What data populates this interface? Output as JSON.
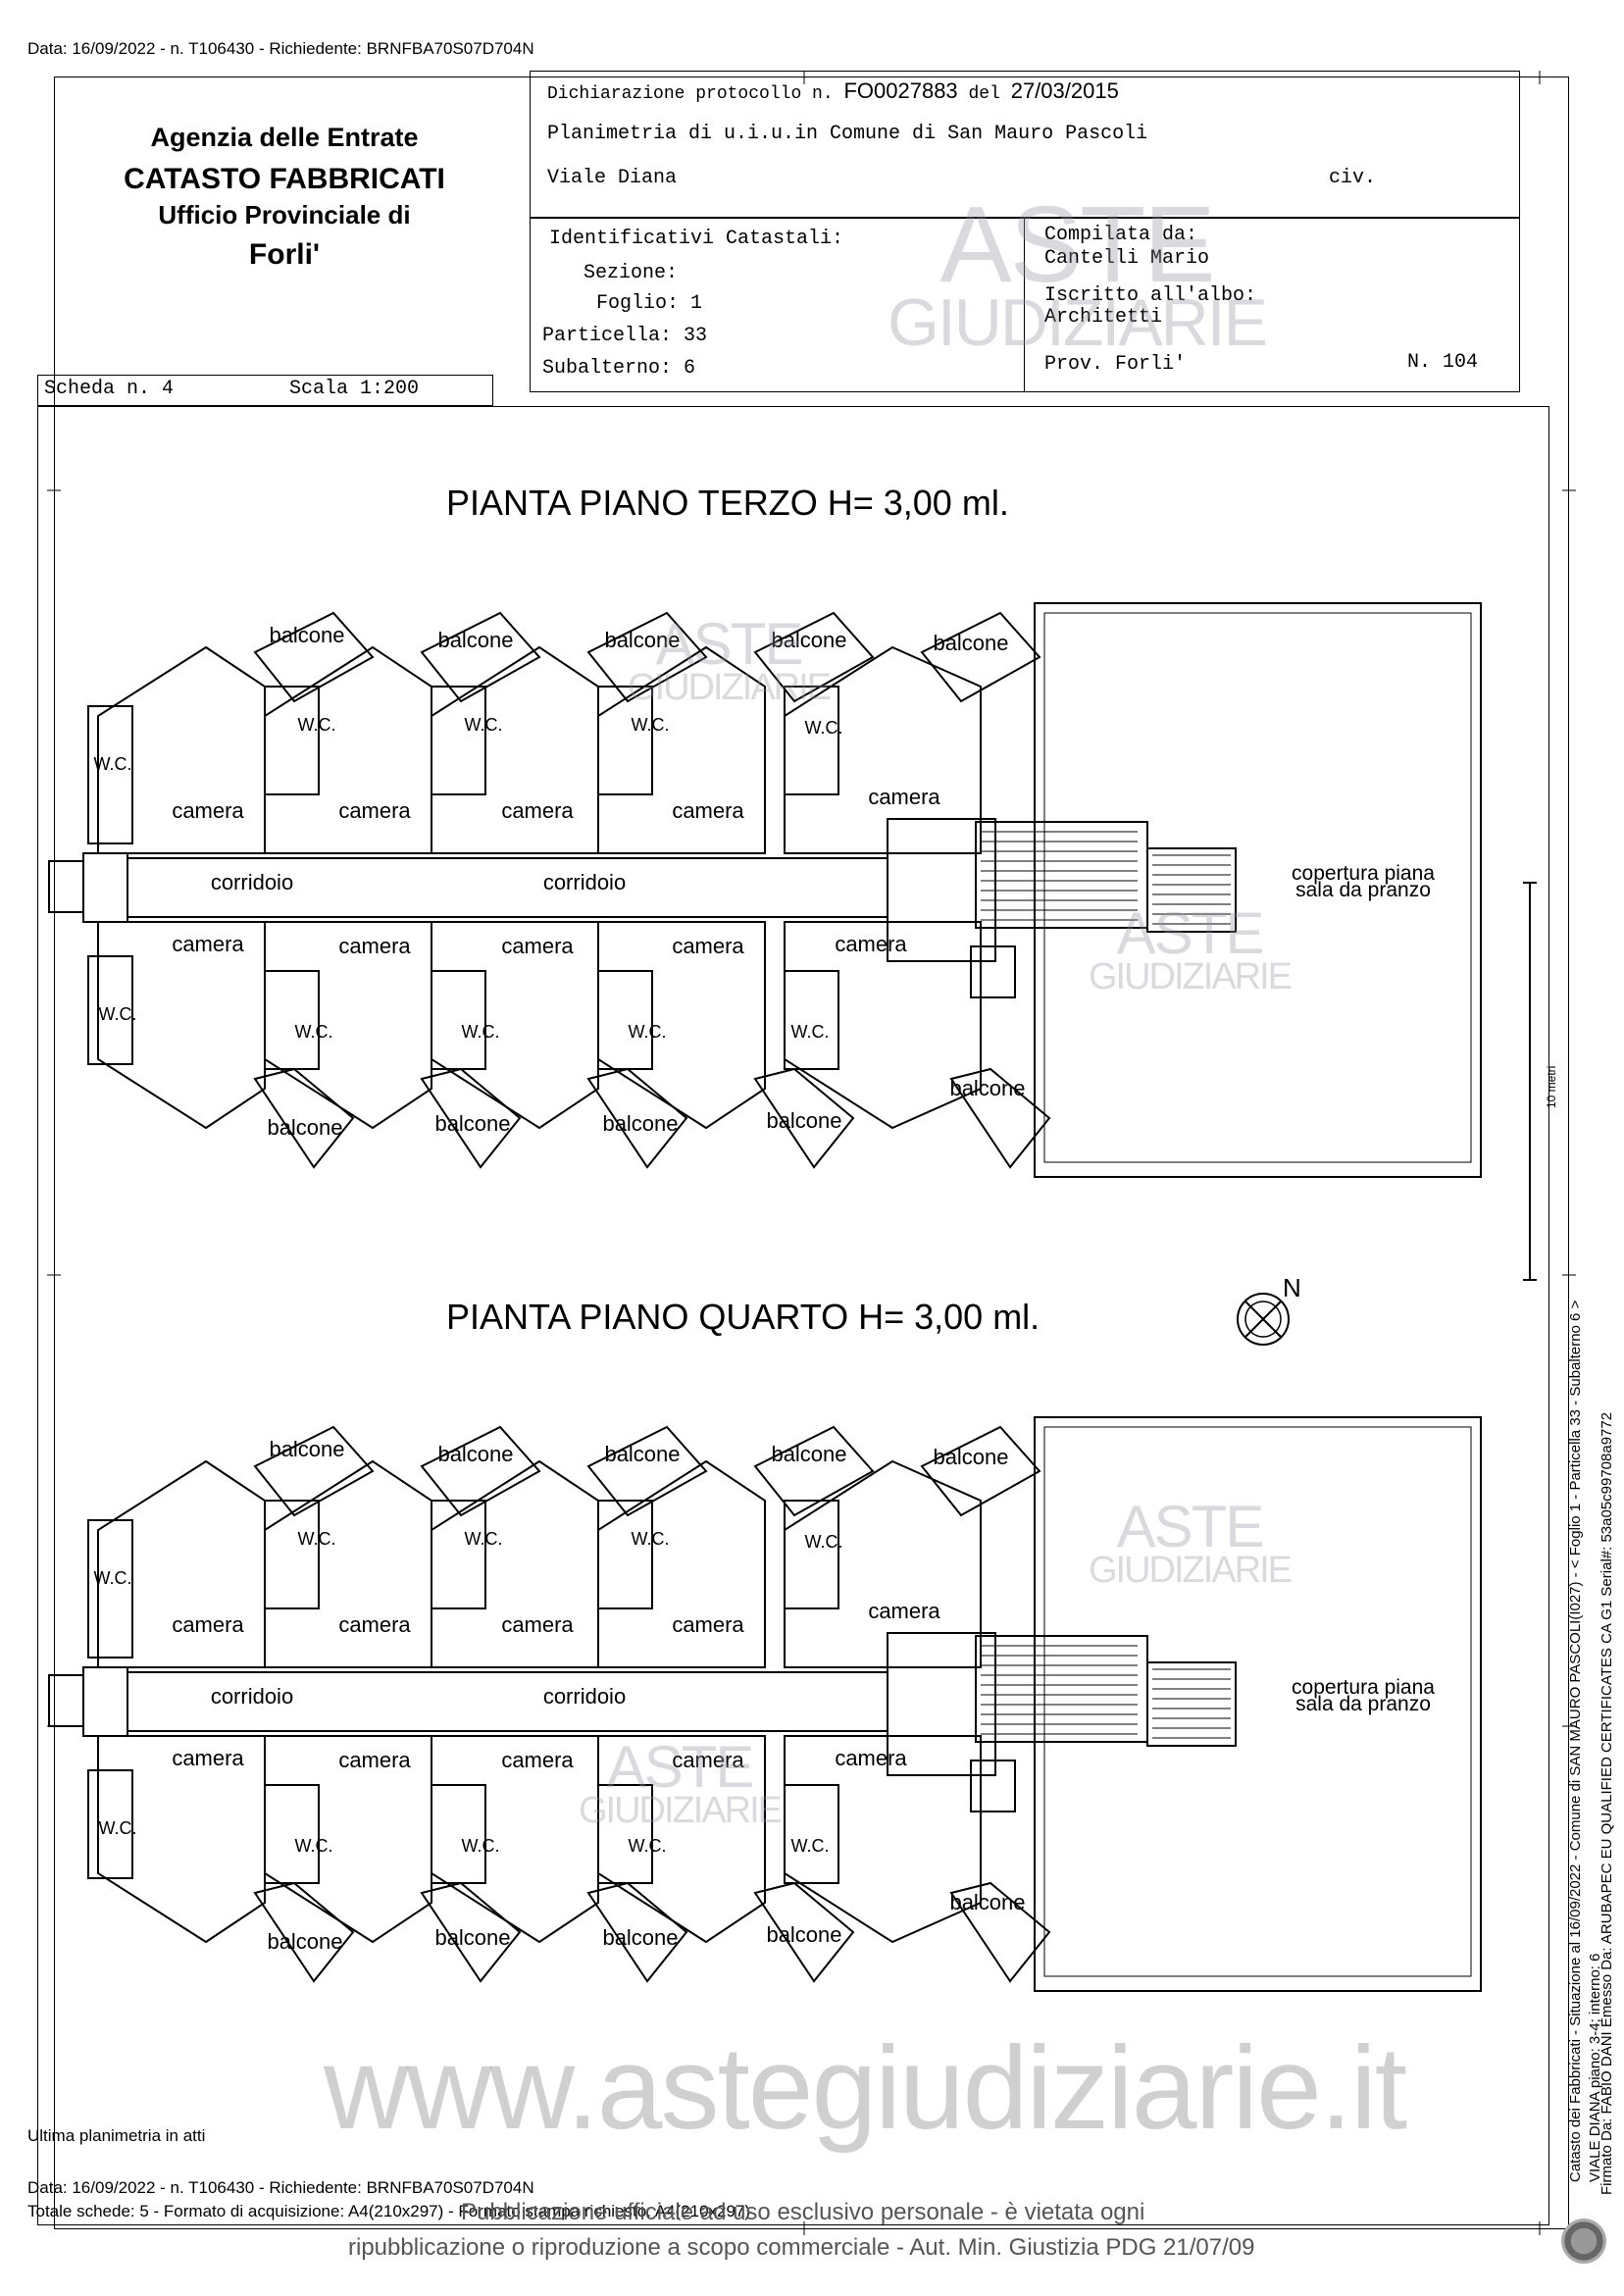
{
  "top_meta": "Data: 16/09/2022 - n. T106430 - Richiedente: BRNFBA70S07D704N",
  "office": {
    "line1": "Agenzia delle Entrate",
    "line2": "CATASTO FABBRICATI",
    "line3": "Ufficio Provinciale di",
    "line4": "Forli'"
  },
  "protocol": {
    "prefix": "Dichiarazione protocollo n.",
    "number": "FO0027883",
    "del": "del",
    "date": "27/03/2015",
    "planimetria": "Planimetria di u.i.u.in Comune di San Mauro Pascoli",
    "address": "Viale Diana",
    "civ": "civ."
  },
  "identificativi": {
    "title": "Identificativi Catastali:",
    "sezione": "Sezione:",
    "foglio": "Foglio: 1",
    "particella": "Particella: 33",
    "subalterno": "Subalterno: 6"
  },
  "compilata": {
    "label": "Compilata da:",
    "name": "Cantelli Mario",
    "iscritto": "Iscritto all'albo:",
    "albo": "Architetti",
    "prov": "Prov. Forli'",
    "n": "N. 104"
  },
  "scheda": "Scheda n. 4",
  "scala": "Scala 1:200",
  "plan_top_title": "PIANTA PIANO TERZO H= 3,00 ml.",
  "plan_bottom_title": "PIANTA PIANO QUARTO H= 3,00 ml.",
  "north": "N",
  "labels": {
    "balcone": "balcone",
    "wc": "W.C.",
    "camera": "camera",
    "corridoio": "corridoio",
    "copertura1": "copertura piana",
    "copertura2": "sala da pranzo"
  },
  "scale_mark": "10 metri",
  "side_text_1": "Catasto dei Fabbricati - Situazione al 16/09/2022 - Comune di SAN MAURO PASCOLI(I027) - < Foglio 1 - Particella 33 - Subalterno 6 >",
  "side_text_2": "Firmato Da: FABIO DANI Emesso Da: ARUBAPEC EU QUALIFIED CERTIFICATES CA G1 Serial#: 53a05c99708a9772",
  "side_text_overlay": "VIALE DIANA piano: 3-4; interno: 6",
  "ultima": "Ultima planimetria in atti",
  "bottom_meta": "Data: 16/09/2022 - n. T106430 - Richiedente: BRNFBA70S07D704N",
  "totale": "Totale schede: 5 - Formato di acquisizione: A4(210x297) - Formato stampa richiesto: A4(210x297)",
  "disclaimer1": "Pubblicazione ufficiale ad uso esclusivo personale - è vietata ogni",
  "disclaimer2": "ripubblicazione o riproduzione a scopo commerciale - Aut. Min. Giustizia PDG 21/07/09",
  "watermark_url": "www.astegiudiziarie.it",
  "watermark_logo_1": "ASTE",
  "watermark_logo_2": "GIUDIZIARIE"
}
